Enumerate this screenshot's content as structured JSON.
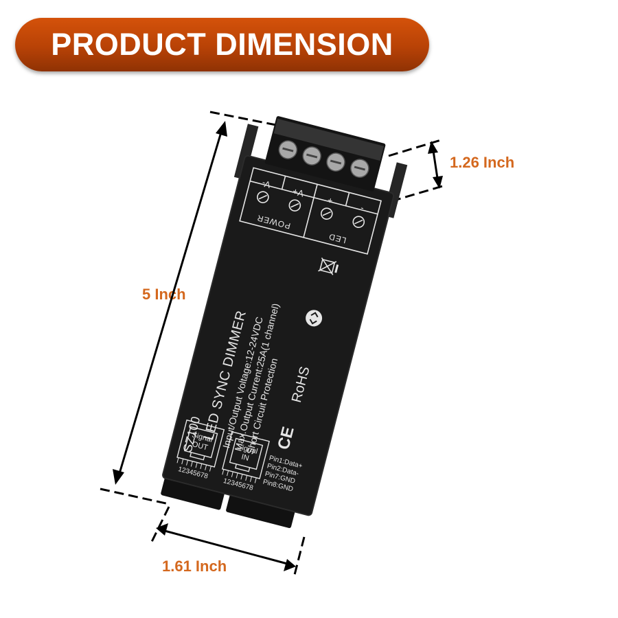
{
  "header": {
    "title": "PRODUCT DIMENSION"
  },
  "dimensions": {
    "length_label": "5 Inch",
    "width_label": "1.61 Inch",
    "height_label": "1.26 Inch"
  },
  "device": {
    "model": "SZ100",
    "name": "LED SYNC DIMMER",
    "spec_lines": [
      "Input/Output Voltage:12-24VDC",
      "Max.Output Current:25A(1 channel)",
      "Short Circuit Protection"
    ],
    "terminal_labels": [
      "V-",
      "V+",
      "+",
      "-"
    ],
    "power_label": "POWER",
    "led_label": "LED",
    "port_out_label": [
      "Signal",
      "OUT"
    ],
    "port_in_label": [
      "Signal",
      "IN"
    ],
    "pin_numbers": "12345678",
    "pin_notes": [
      "Pin1:Data+",
      "Pin2:Data-",
      "Pin7:GND",
      "Pin8:GND"
    ],
    "rohs_label": "RoHS",
    "ce_label": "CE"
  },
  "colors": {
    "banner": "#c24a08",
    "dimension_text": "#d4681e",
    "device_body": "#1a1a1a",
    "print": "#e6e6e6"
  }
}
